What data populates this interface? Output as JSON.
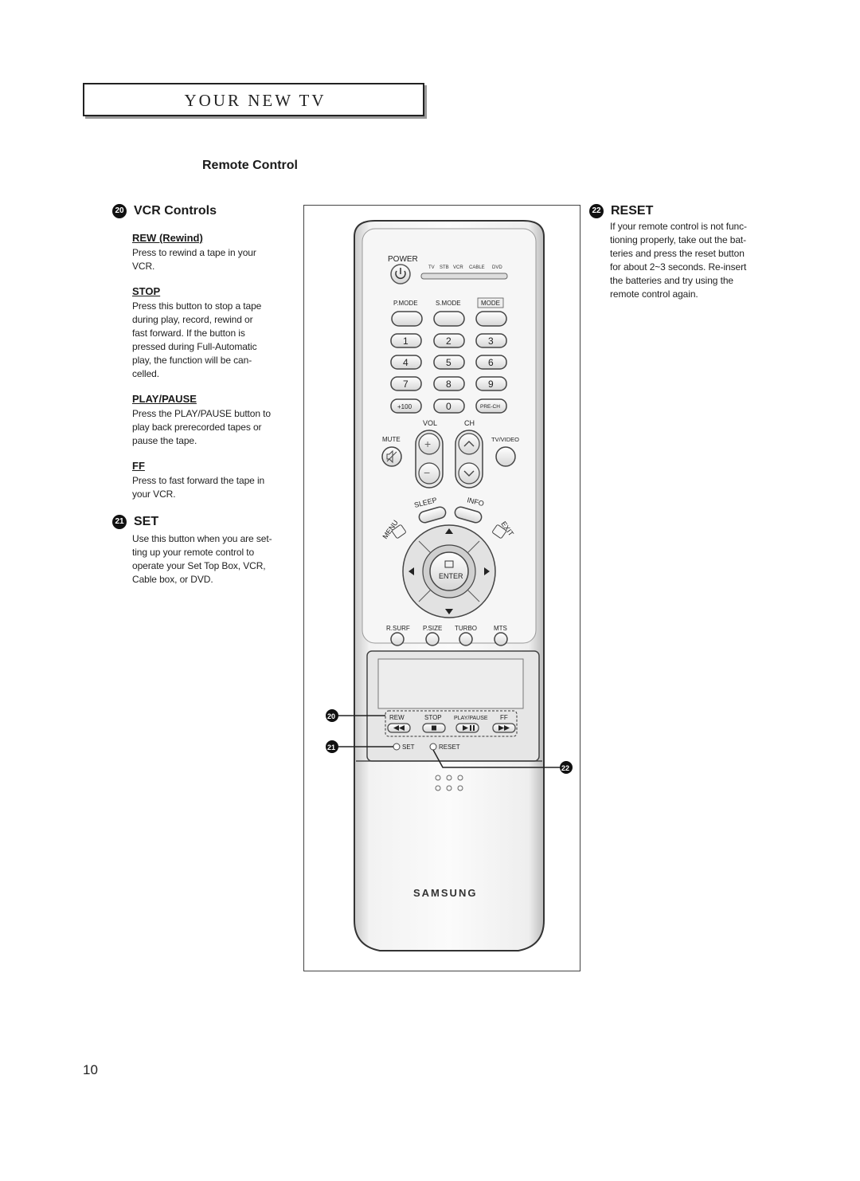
{
  "header": {
    "title": "YOUR NEW TV"
  },
  "section_title": "Remote Control",
  "vcr": {
    "number": "20",
    "heading": "VCR Controls",
    "items": [
      {
        "label": "REW (Rewind)",
        "lines": [
          "Press to rewind a tape in your",
          "VCR."
        ]
      },
      {
        "label": "STOP",
        "lines": [
          "Press this button to stop a tape",
          "during play, record, rewind or",
          "fast forward. If the button is",
          "pressed during Full-Automatic",
          "play, the function will be can-",
          "celled."
        ]
      },
      {
        "label": "PLAY/PAUSE",
        "lines": [
          "Press the PLAY/PAUSE button to",
          "play back prerecorded tapes or",
          "pause the tape."
        ]
      },
      {
        "label": "FF",
        "lines": [
          "Press to fast forward the tape in",
          "your VCR."
        ]
      }
    ]
  },
  "set": {
    "number": "21",
    "heading": "SET",
    "lines": [
      "Use this button when you are set-",
      "ting up your remote control to",
      "operate your Set Top Box, VCR,",
      "Cable box, or DVD."
    ]
  },
  "reset": {
    "number": "22",
    "heading": "RESET",
    "lines": [
      "If your remote control is not func-",
      "tioning properly, take out the bat-",
      "teries and press the reset button",
      "for about 2~3 seconds.  Re-insert",
      "the batteries and try using the",
      "remote control again."
    ]
  },
  "remote": {
    "power": "POWER",
    "modes": [
      "TV",
      "STB",
      "VCR",
      "CABLE",
      "DVD"
    ],
    "top_row": [
      "P.MODE",
      "S.MODE",
      "MODE"
    ],
    "digits": [
      "1",
      "2",
      "3",
      "4",
      "5",
      "6",
      "7",
      "8",
      "9"
    ],
    "plus100": "+100",
    "zero": "0",
    "prech": "PRE-CH",
    "vol": "VOL",
    "ch": "CH",
    "mute": "MUTE",
    "tvvideo": "TV/VIDEO",
    "sleep": "SLEEP",
    "info": "INFO",
    "menu": "MENU",
    "exit": "EXIT",
    "enter": "ENTER",
    "bottom_row": [
      "R.SURF",
      "P.SIZE",
      "TURBO",
      "MTS"
    ],
    "vcr_row": [
      "REW",
      "STOP",
      "PLAY/PAUSE",
      "FF"
    ],
    "set_label": "SET",
    "reset_label": "RESET",
    "brand": "SAMSUNG",
    "callouts": [
      "20",
      "21",
      "22"
    ]
  },
  "page_number": "10"
}
